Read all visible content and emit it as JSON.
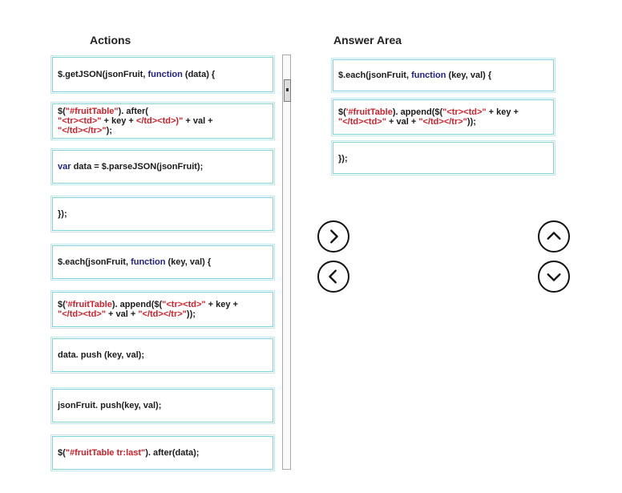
{
  "actions_title": "Actions",
  "answer_title": "Answer Area",
  "actions": [
    {
      "parts": [
        [
          "t",
          "$.getJSON(jsonFruit, "
        ],
        [
          "kw",
          "function"
        ],
        [
          "t",
          " (data) {"
        ]
      ]
    },
    {
      "parts": [
        [
          "t",
          "$("
        ],
        [
          "str",
          "\"#fruitTable\""
        ],
        [
          "t",
          "). after(\n"
        ],
        [
          "str",
          "\"<tr><td>\""
        ],
        [
          "t",
          " + key + "
        ],
        [
          "str",
          "</td><td>)\""
        ],
        [
          "t",
          " + val +\n"
        ],
        [
          "str",
          "\"</td></tr>\""
        ],
        [
          "t",
          ");"
        ]
      ]
    },
    {
      "parts": [
        [
          "kw",
          "var"
        ],
        [
          "t",
          " data = $.parseJSON(jsonFruit);"
        ]
      ]
    },
    {
      "parts": [
        [
          "t",
          "});"
        ]
      ]
    },
    {
      "parts": [
        [
          "t",
          "$.each(jsonFruit, "
        ],
        [
          "kw",
          "function"
        ],
        [
          "t",
          " (key, val) {"
        ]
      ]
    },
    {
      "parts": [
        [
          "t",
          "$("
        ],
        [
          "str",
          "'#fruitTable"
        ],
        [
          "t",
          "). append($("
        ],
        [
          "str",
          "\"<tr><td>\""
        ],
        [
          "t",
          " + key +\n"
        ],
        [
          "str",
          "\"</td><td>\""
        ],
        [
          "t",
          " + val + "
        ],
        [
          "str",
          "\"</td></tr>\""
        ],
        [
          "t",
          "));"
        ]
      ]
    },
    {
      "parts": [
        [
          "t",
          "data. push (key, val);"
        ]
      ]
    },
    {
      "parts": [
        [
          "t",
          "jsonFruit. push(key, val);"
        ]
      ]
    },
    {
      "parts": [
        [
          "t",
          "$("
        ],
        [
          "str",
          "\"#fruitTable tr:last\""
        ],
        [
          "t",
          "). after(data);"
        ]
      ]
    }
  ],
  "answers": [
    {
      "parts": [
        [
          "t",
          "$.each(jsonFruit, "
        ],
        [
          "kw",
          "function"
        ],
        [
          "t",
          " (key, val) {"
        ]
      ]
    },
    {
      "parts": [
        [
          "t",
          "$("
        ],
        [
          "str",
          "'#fruitTable"
        ],
        [
          "t",
          "). append($("
        ],
        [
          "str",
          "\"<tr><td>\""
        ],
        [
          "t",
          " + key +\n"
        ],
        [
          "str",
          "\"</td><td>\""
        ],
        [
          "t",
          " + val + "
        ],
        [
          "str",
          "\"</td></tr>\""
        ],
        [
          "t",
          "));"
        ]
      ]
    },
    {
      "parts": [
        [
          "t",
          "});"
        ]
      ]
    }
  ],
  "icons": {
    "move_right": "chevron-right-icon",
    "move_left": "chevron-left-icon",
    "move_up": "chevron-up-icon",
    "move_down": "chevron-down-icon"
  },
  "colors": {
    "border": "#7fd3dc",
    "keyword": "#1f1f8a",
    "string": "#d0202a"
  }
}
